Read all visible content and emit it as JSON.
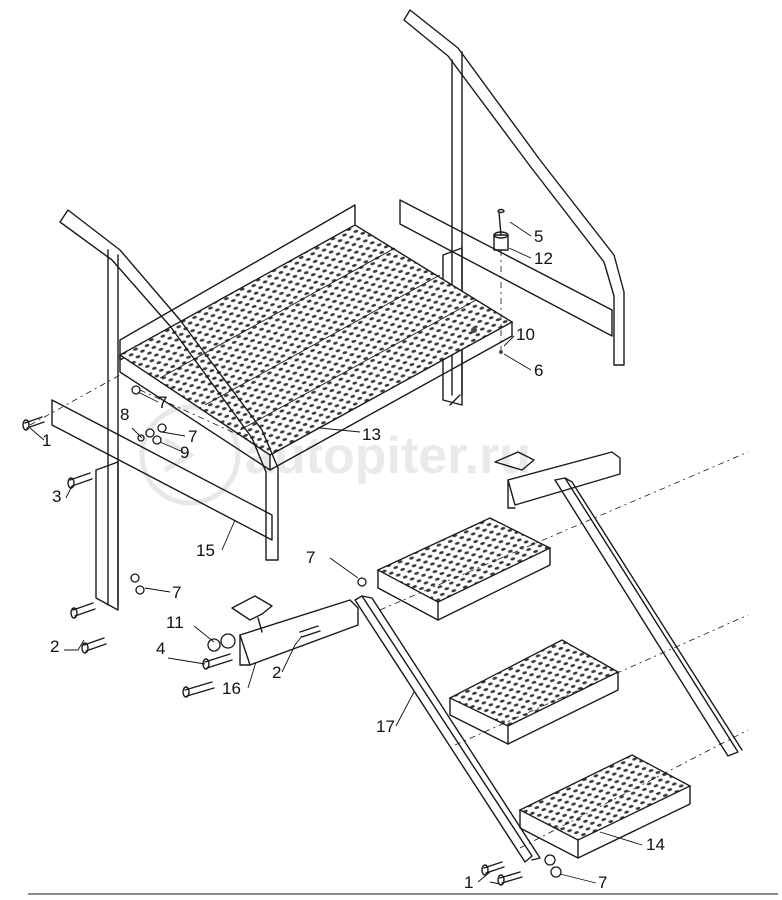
{
  "watermark": {
    "text": "autopiter.ru"
  },
  "callouts": [
    {
      "id": "c1a",
      "text": "1"
    },
    {
      "id": "c1b",
      "text": "1"
    },
    {
      "id": "c2a",
      "text": "2"
    },
    {
      "id": "c2b",
      "text": "2"
    },
    {
      "id": "c3",
      "text": "3"
    },
    {
      "id": "c4",
      "text": "4"
    },
    {
      "id": "c5",
      "text": "5"
    },
    {
      "id": "c6",
      "text": "6"
    },
    {
      "id": "c7a",
      "text": "7"
    },
    {
      "id": "c7b",
      "text": "7"
    },
    {
      "id": "c7c",
      "text": "7"
    },
    {
      "id": "c7d",
      "text": "7"
    },
    {
      "id": "c7e",
      "text": "7"
    },
    {
      "id": "c8",
      "text": "8"
    },
    {
      "id": "c9",
      "text": "9"
    },
    {
      "id": "c10",
      "text": "10"
    },
    {
      "id": "c11",
      "text": "11"
    },
    {
      "id": "c12",
      "text": "12"
    },
    {
      "id": "c13",
      "text": "13"
    },
    {
      "id": "c14",
      "text": "14"
    },
    {
      "id": "c15",
      "text": "15"
    },
    {
      "id": "c16",
      "text": "16"
    },
    {
      "id": "c17",
      "text": "17"
    }
  ]
}
